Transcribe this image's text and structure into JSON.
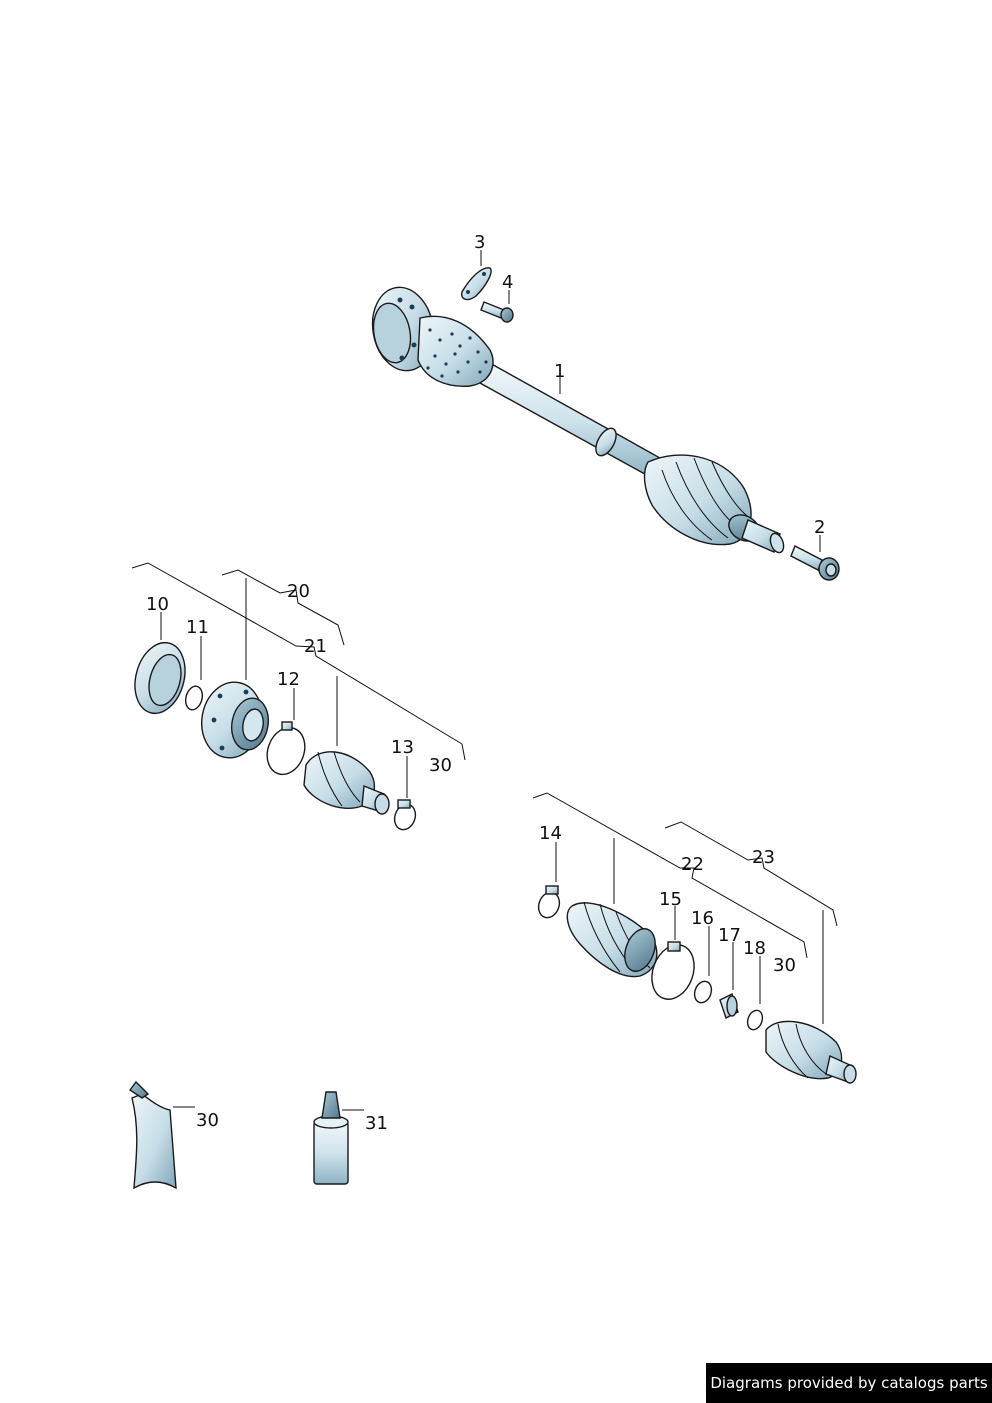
{
  "labels": {
    "l1": "1",
    "l2": "2",
    "l3": "3",
    "l4": "4",
    "l10": "10",
    "l11": "11",
    "l12": "12",
    "l13": "13",
    "l14": "14",
    "l15": "15",
    "l16": "16",
    "l17": "17",
    "l18": "18",
    "l20": "20",
    "l21": "21",
    "l22": "22",
    "l23": "23",
    "l30a": "30",
    "l30b": "30",
    "l30c": "30",
    "l31": "31"
  },
  "footer": {
    "credit": "Diagrams provided by catalogs parts"
  },
  "colors": {
    "part_fill": "#d4e7ef",
    "part_dark": "#7fa6b8",
    "dot": "#1b3d55",
    "outline": "#1a1a1a"
  }
}
